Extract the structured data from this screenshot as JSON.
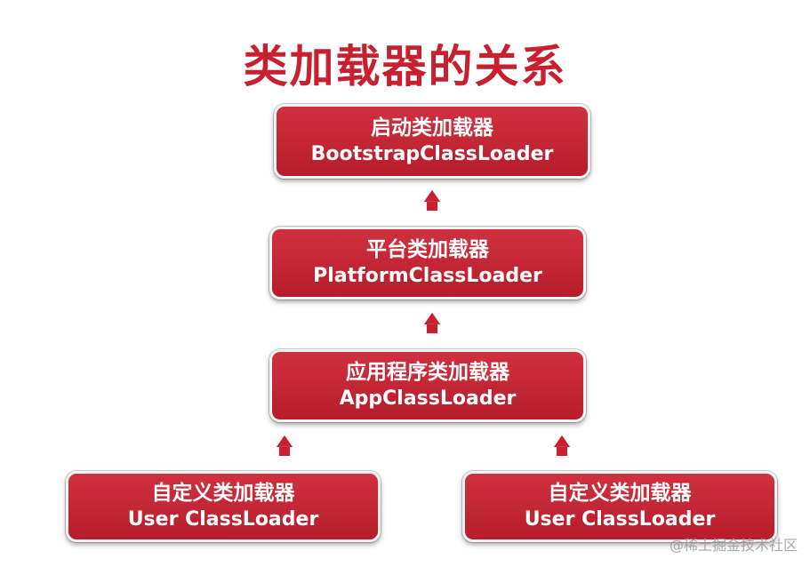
{
  "title": "类加载器的关系",
  "nodes": {
    "bootstrap": {
      "cn": "启动类加载器",
      "en": "BootstrapClassLoader"
    },
    "platform": {
      "cn": "平台类加载器",
      "en": "PlatformClassLoader"
    },
    "app": {
      "cn": "应用程序类加载器",
      "en": "AppClassLoader"
    },
    "user_left": {
      "cn": "自定义类加载器",
      "en": "User ClassLoader"
    },
    "user_right": {
      "cn": "自定义类加载器",
      "en": "User ClassLoader"
    }
  },
  "colors": {
    "accent": "#c8202f",
    "node_fill": "#c42434",
    "node_text": "#ffffff"
  },
  "watermark": "@稀土掘金技术社区"
}
